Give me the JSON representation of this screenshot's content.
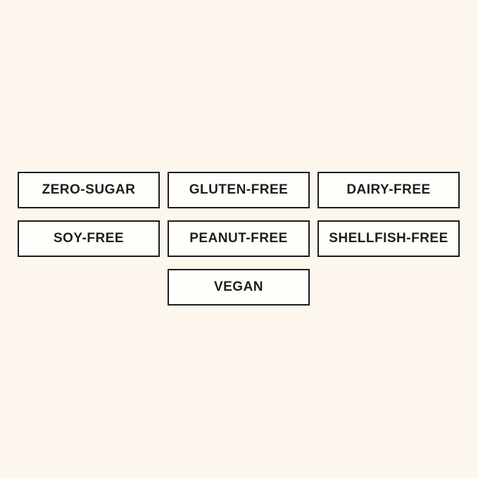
{
  "page": {
    "background_color": "#FCF6ED"
  },
  "badges": {
    "style": {
      "fill_color": "#FFFEFB",
      "border_color": "#1C1C1C",
      "text_color": "#1E1E1E"
    },
    "items": [
      {
        "label": "ZERO-SUGAR"
      },
      {
        "label": "GLUTEN-FREE"
      },
      {
        "label": "DAIRY-FREE"
      },
      {
        "label": "SOY-FREE"
      },
      {
        "label": "PEANUT-FREE"
      },
      {
        "label": "SHELLFISH-FREE"
      },
      {
        "label": "VEGAN"
      }
    ]
  }
}
